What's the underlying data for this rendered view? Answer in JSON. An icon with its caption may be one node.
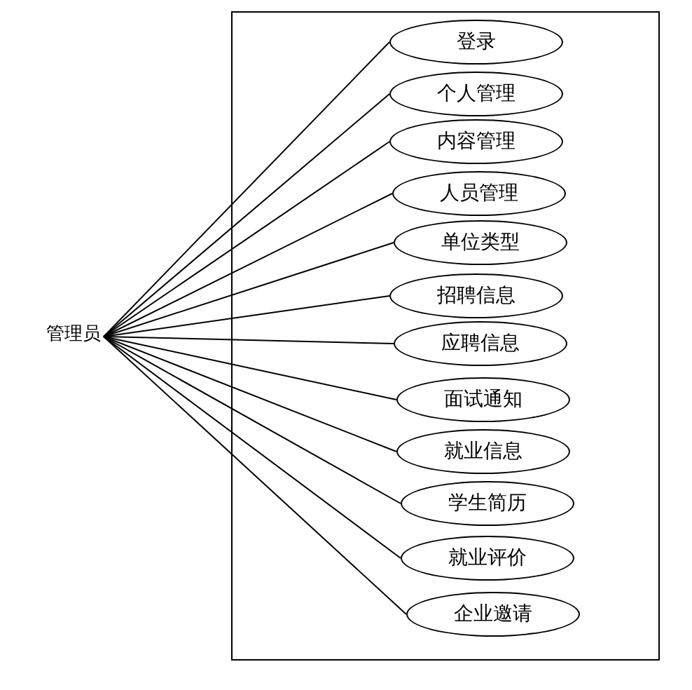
{
  "diagram": {
    "nodes": [
      {
        "text": [],
        "shape": "box"
      },
      {
        "text": [
          "管理员"
        ]
      },
      {
        "text": [
          "登录"
        ],
        "in": 0
      },
      {
        "text": [
          "个人管理"
        ],
        "in": 0
      },
      {
        "text": [
          "内容管理"
        ],
        "in": 0
      },
      {
        "text": [
          "人员管理"
        ],
        "in": 0
      },
      {
        "text": [
          "单位类型"
        ],
        "in": 0
      },
      {
        "text": [
          "招聘信息"
        ],
        "in": 0
      },
      {
        "text": [
          "应聘信息"
        ],
        "in": 0
      },
      {
        "text": [
          "面试通知"
        ],
        "in": 0
      },
      {
        "text": [
          "就业信息"
        ],
        "in": 0
      },
      {
        "text": [
          "学生简历"
        ],
        "in": 0
      },
      {
        "text": [
          "就业评价"
        ],
        "in": 0
      },
      {
        "text": [
          "企业邀请"
        ],
        "in": 0
      }
    ],
    "edges": [
      {
        "from": 1,
        "to": 2,
        "arrow": "none"
      },
      {
        "from": 1,
        "to": 3,
        "arrow": "none"
      },
      {
        "from": 1,
        "to": 4,
        "arrow": "none"
      },
      {
        "from": 1,
        "to": 5,
        "arrow": "none"
      },
      {
        "from": 1,
        "to": 6,
        "arrow": "none"
      },
      {
        "from": 1,
        "to": 7,
        "arrow": "none"
      },
      {
        "from": 1,
        "to": 8,
        "arrow": "none"
      },
      {
        "from": 1,
        "to": 9,
        "arrow": "none"
      },
      {
        "from": 1,
        "to": 10,
        "arrow": "none"
      },
      {
        "from": 1,
        "to": 11,
        "arrow": "none"
      },
      {
        "from": 1,
        "to": 12,
        "arrow": "none"
      },
      {
        "from": 1,
        "to": 13,
        "arrow": "none"
      }
    ]
  }
}
